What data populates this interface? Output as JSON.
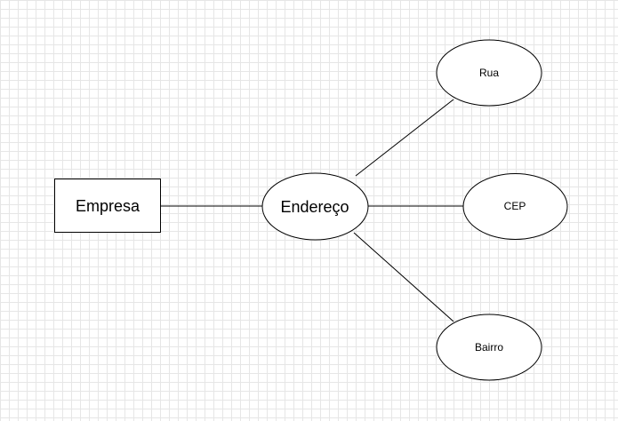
{
  "diagram": {
    "entity": {
      "label": "Empresa"
    },
    "main_attribute": {
      "label": "Endereço"
    },
    "sub_attributes": [
      {
        "label": "Rua"
      },
      {
        "label": "CEP"
      },
      {
        "label": "Bairro"
      }
    ]
  },
  "colors": {
    "grid": "#e6e6e6",
    "stroke": "#000000",
    "fill": "#ffffff"
  }
}
